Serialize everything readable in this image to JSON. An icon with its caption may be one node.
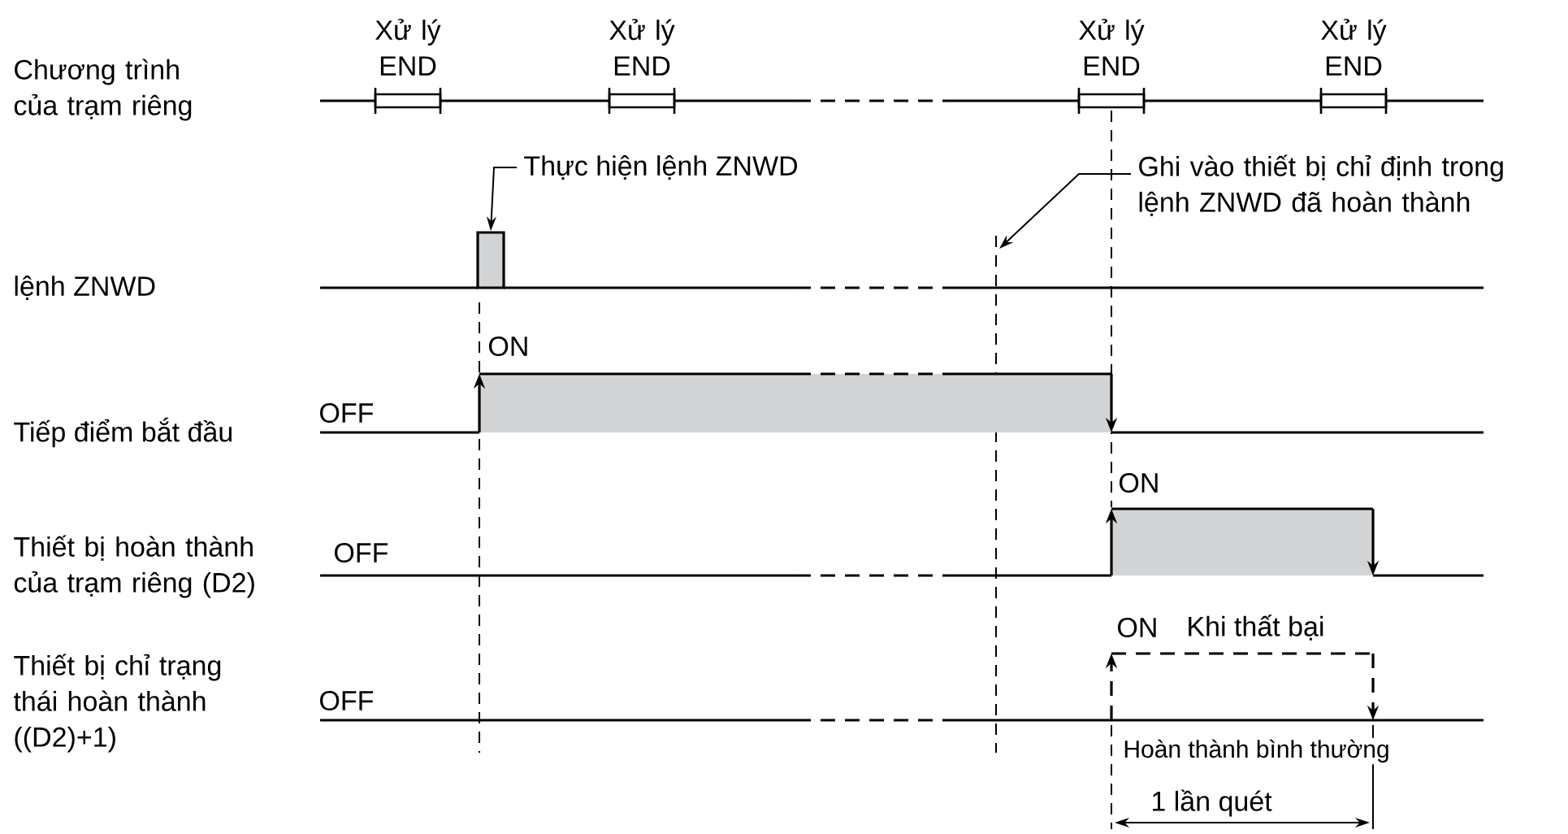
{
  "diagram": {
    "nodes": [
      {
        "text": [
          "Thực hiện lệnh ZNWD"
        ]
      },
      {
        "text": [],
        "shape": "bar"
      },
      {
        "text": [
          "Ghi vào thiết bị chỉ định trong lệnh ZNWD đã hoàn thành"
        ]
      }
    ],
    "edges": [
      {
        "from": 0,
        "to": 1,
        "arrow": "to"
      },
      {
        "from": 2,
        "to": null,
        "arrow": "to"
      }
    ],
    "labels": [
      "Xử lý END",
      "Xử lý END",
      "Xử lý END",
      "Xử lý END",
      "Chương trình của trạm riêng",
      "lệnh ZNWD",
      "ON",
      "OFF",
      "Tiếp điểm bắt đầu",
      "ON",
      "Thiết bị hoàn thành của trạm riêng (D2)",
      "OFF",
      "ON",
      "Khi thất bại",
      "Thiết bị chỉ trạng thái hoàn thành ((D2)+1)",
      "OFF",
      "Hoàn thành bình thường",
      "1 lần quét"
    ]
  }
}
